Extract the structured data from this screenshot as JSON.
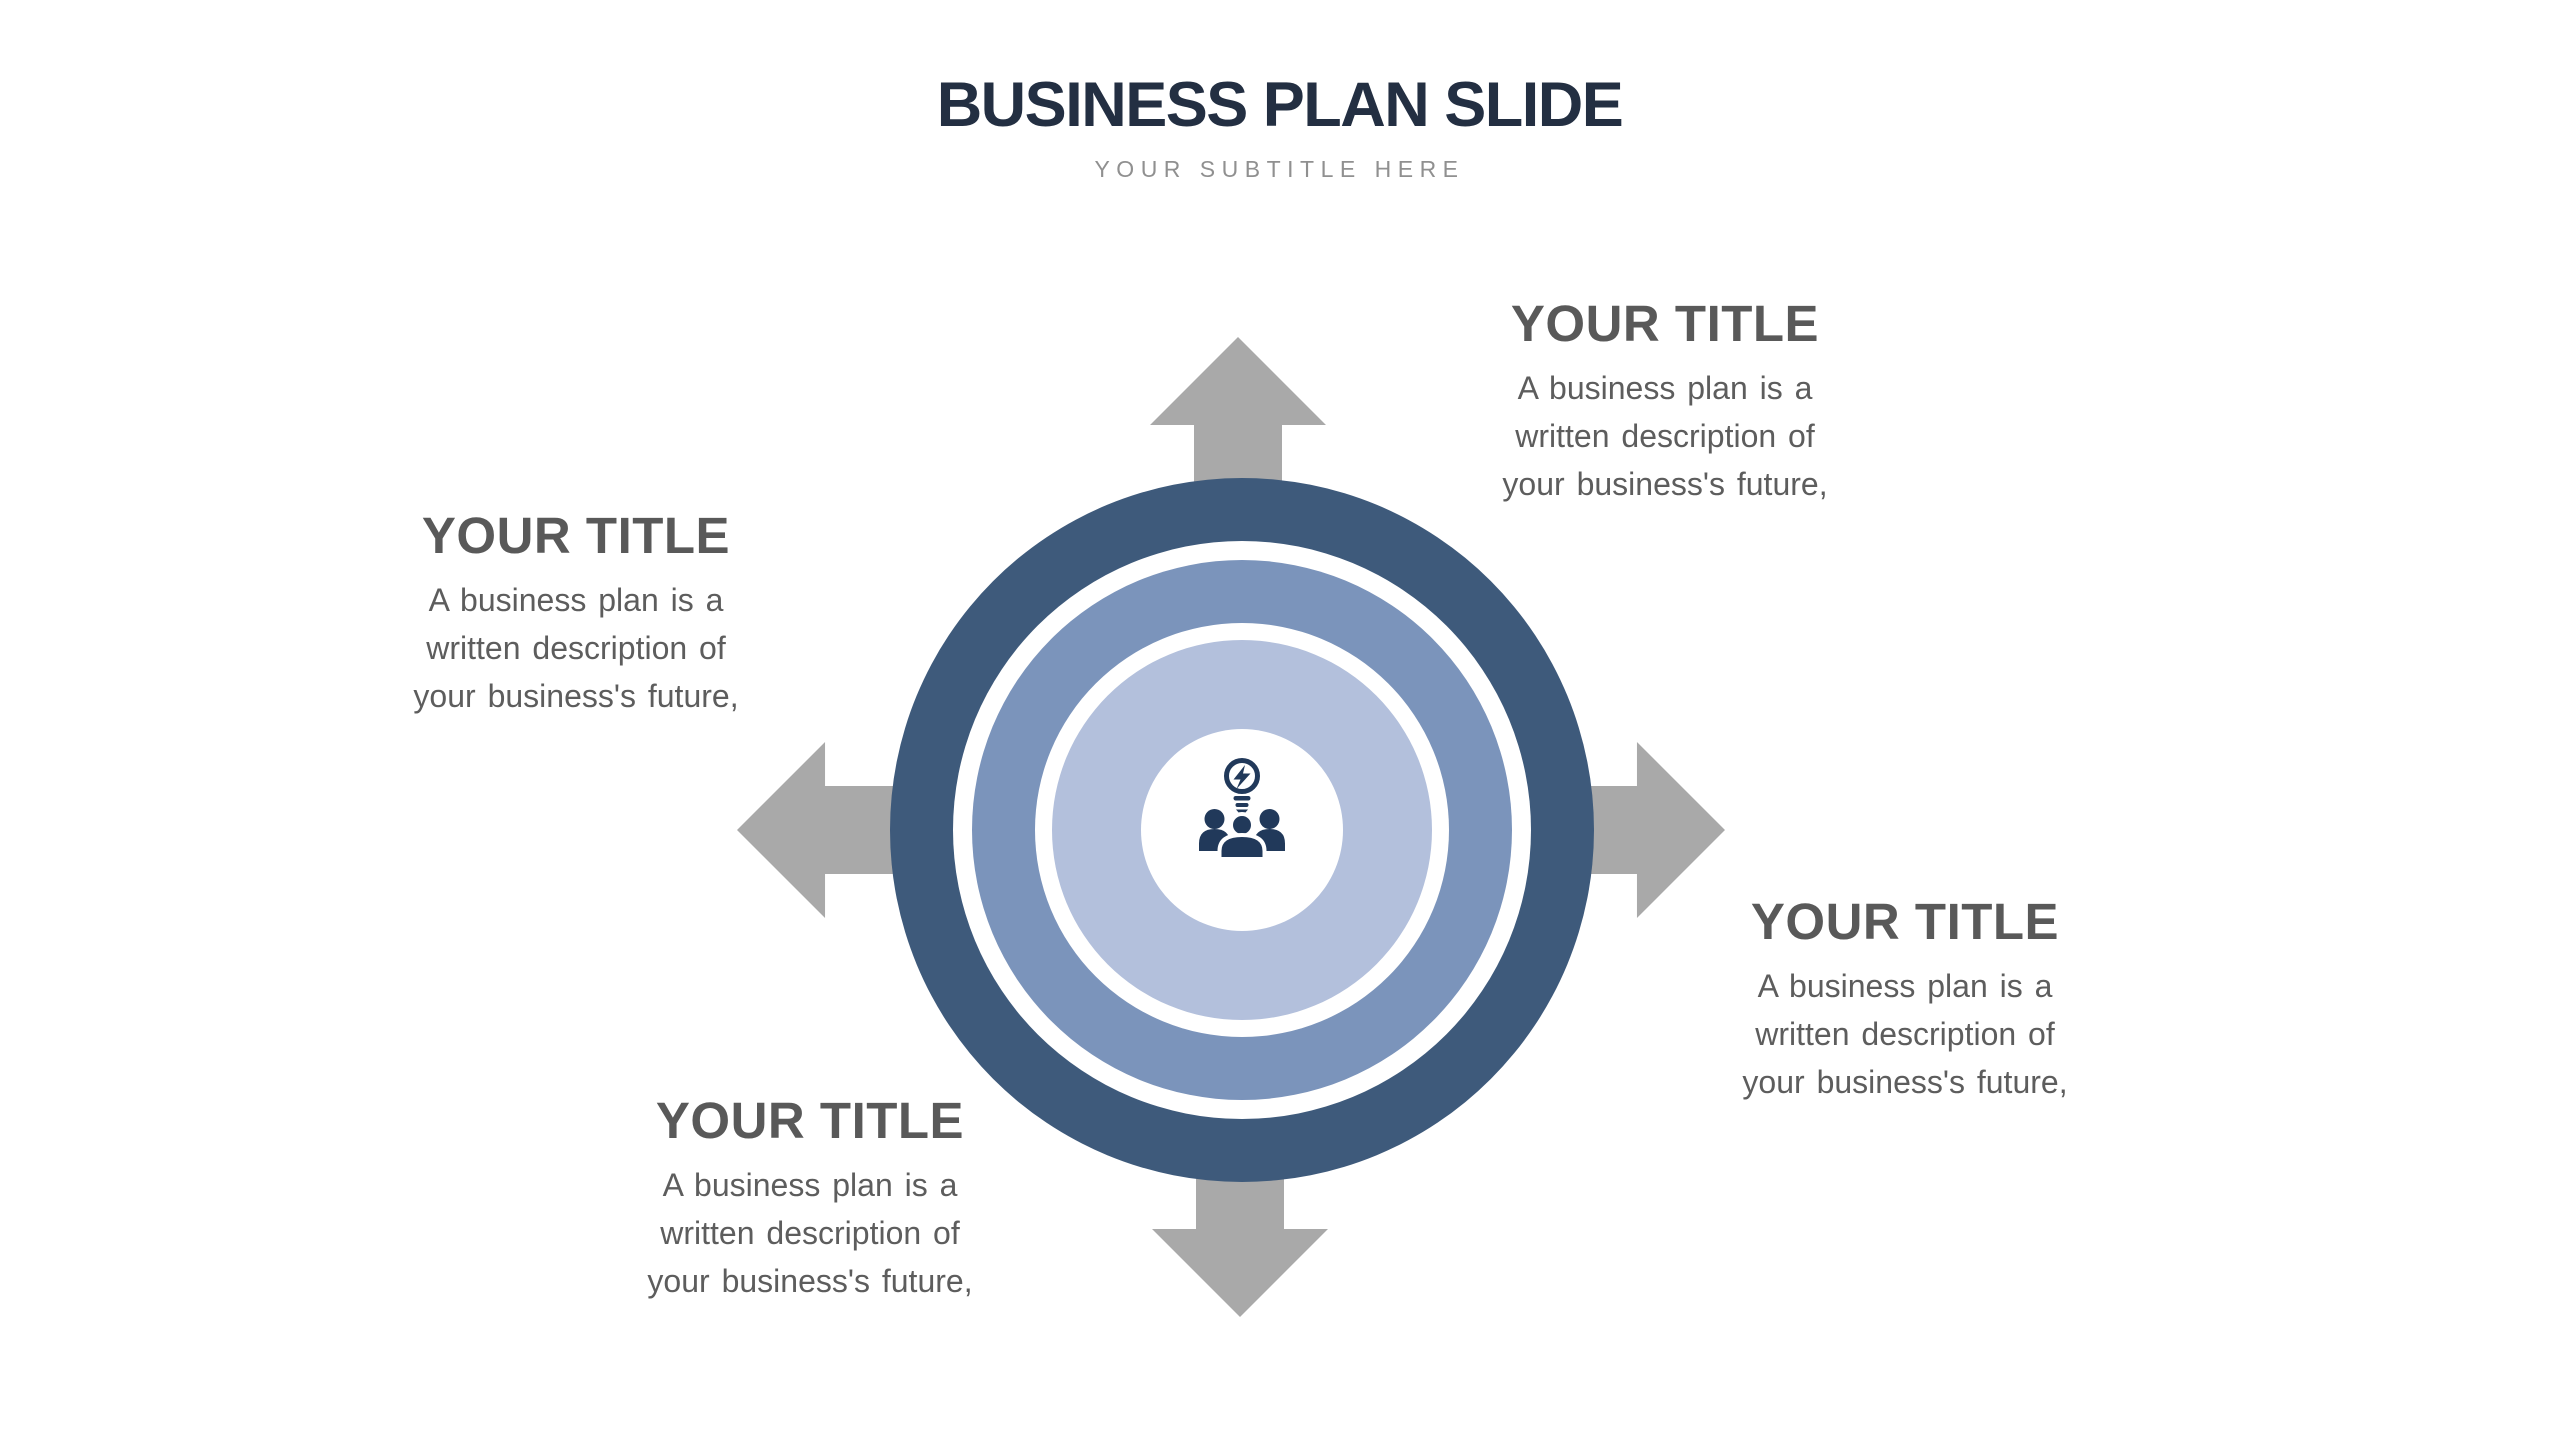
{
  "slide": {
    "title": "BUSINESS PLAN SLIDE",
    "subtitle": "YOUR SUBTITLE HERE"
  },
  "items": [
    {
      "position": "top-right",
      "title": "YOUR TITLE",
      "description": "A business plan is a\nwritten description of\nyour business's future,"
    },
    {
      "position": "left",
      "title": "YOUR TITLE",
      "description": "A business plan is a\nwritten description of\nyour business's future,"
    },
    {
      "position": "bottom-left",
      "title": "YOUR TITLE",
      "description": "A business plan is a\nwritten description of\nyour business's future,"
    },
    {
      "position": "right",
      "title": "YOUR TITLE",
      "description": "A business plan is a\nwritten description of\nyour business's future,"
    }
  ],
  "diagram": {
    "center_icon": "team-idea-icon",
    "arrows": [
      "up",
      "down",
      "left",
      "right"
    ],
    "colors": {
      "ring_outer": "#3e5a7b",
      "ring_middle": "#7b94bb",
      "ring_inner": "#b3c0dc",
      "ring_gap": "#ffffff",
      "center_fill": "#ffffff",
      "icon": "#21395a",
      "arrow": "#a9a9a9"
    }
  },
  "colors": {
    "background": "#ffffff",
    "title_text": "#232f42",
    "subtitle_text": "#909090",
    "heading_text": "#595959",
    "body_text": "#5d5d5d"
  }
}
